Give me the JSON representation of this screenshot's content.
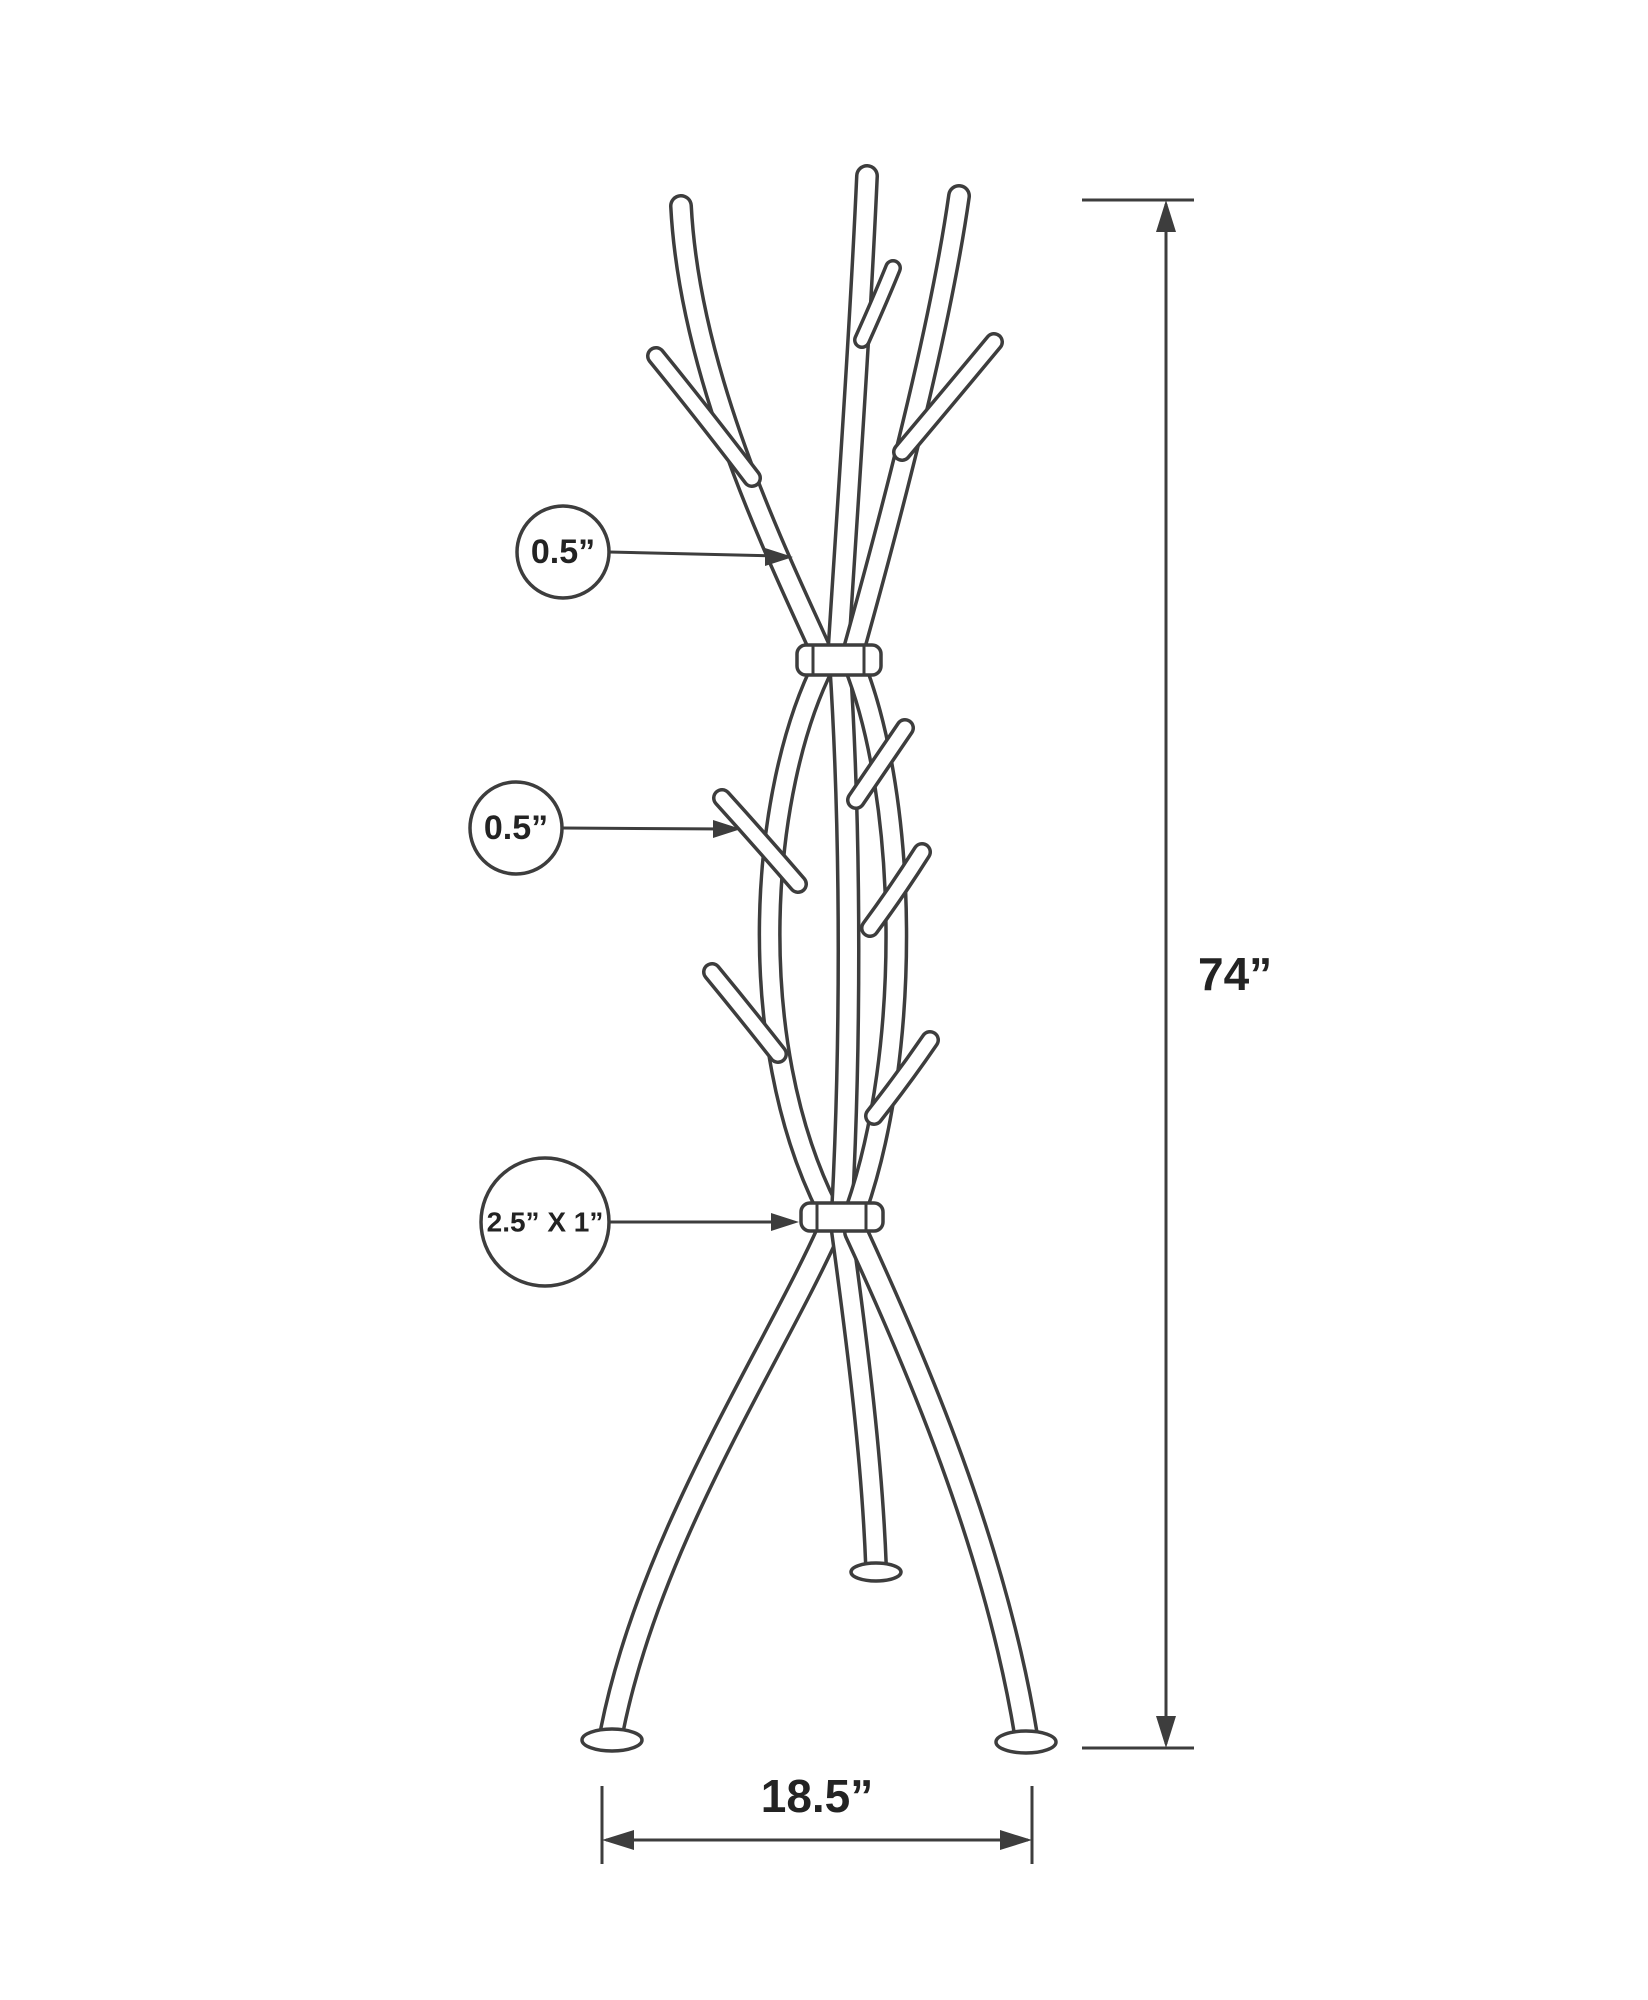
{
  "colors": {
    "line": "#3d3d3d",
    "text": "#232323",
    "background": "#ffffff"
  },
  "callouts": [
    {
      "label": "0.5”",
      "points_to": "upper-pole-tube-diameter"
    },
    {
      "label": "0.5”",
      "points_to": "middle-peg-diameter"
    },
    {
      "label": "2.5” X 1”",
      "points_to": "lower-collar-ring"
    }
  ],
  "dimensions": {
    "height": {
      "label": "74”"
    },
    "width": {
      "label": "18.5”"
    }
  }
}
